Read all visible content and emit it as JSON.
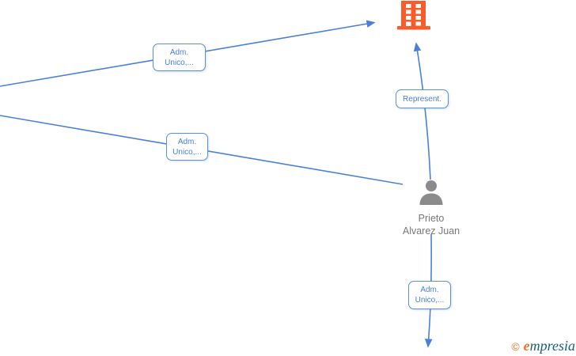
{
  "diagram": {
    "nodes": {
      "company": {
        "icon": "building-icon"
      },
      "person": {
        "icon": "person-icon",
        "name_line1": "Prieto",
        "name_line2": "Alvarez Juan"
      }
    },
    "edge_labels": {
      "adm_unico_top": {
        "line1": "Adm.",
        "line2": "Unico,..."
      },
      "adm_unico_mid": {
        "line1": "Adm.",
        "line2": "Unico,..."
      },
      "represent": {
        "text": "Represent."
      },
      "adm_unico_bottom": {
        "line1": "Adm.",
        "line2": "Unico,..."
      }
    },
    "icons": [
      "building-icon",
      "person-icon",
      "arrow-icon"
    ]
  },
  "watermark": {
    "copyright": "©",
    "brand_initial": "e",
    "brand_rest": "mpresia"
  },
  "colors": {
    "edge_blue": "#4a80d9",
    "label_border": "#5a8fe0",
    "label_text": "#4a80d9",
    "building_orange": "#f95b2b",
    "person_gray": "#8b8b8b",
    "name_gray": "#777777",
    "logo_orange": "#ee7220",
    "logo_teal": "#15607e"
  }
}
